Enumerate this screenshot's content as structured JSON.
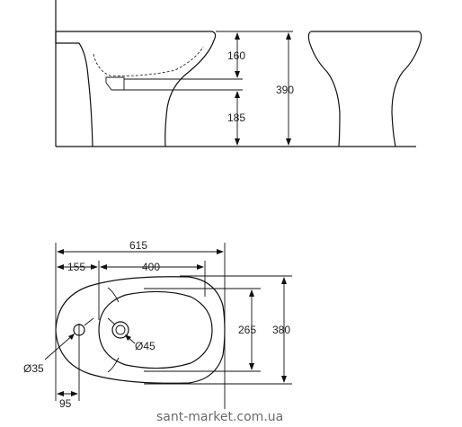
{
  "side_view": {
    "dim_upper": "160",
    "dim_lower": "185",
    "dim_total_height": "390"
  },
  "top_view": {
    "dim_total_length": "615",
    "dim_wall_to_tap": "155",
    "dim_bowl_length": "400",
    "dim_bowl_width": "265",
    "dim_total_width": "380",
    "dim_tap_hole": "Ø35",
    "dim_drain": "Ø45",
    "dim_edge_to_tap": "95"
  },
  "watermark": "sant-market.com.ua",
  "colors": {
    "line": "#111111",
    "background": "#ffffff",
    "watermark": "#6b6b6b"
  }
}
